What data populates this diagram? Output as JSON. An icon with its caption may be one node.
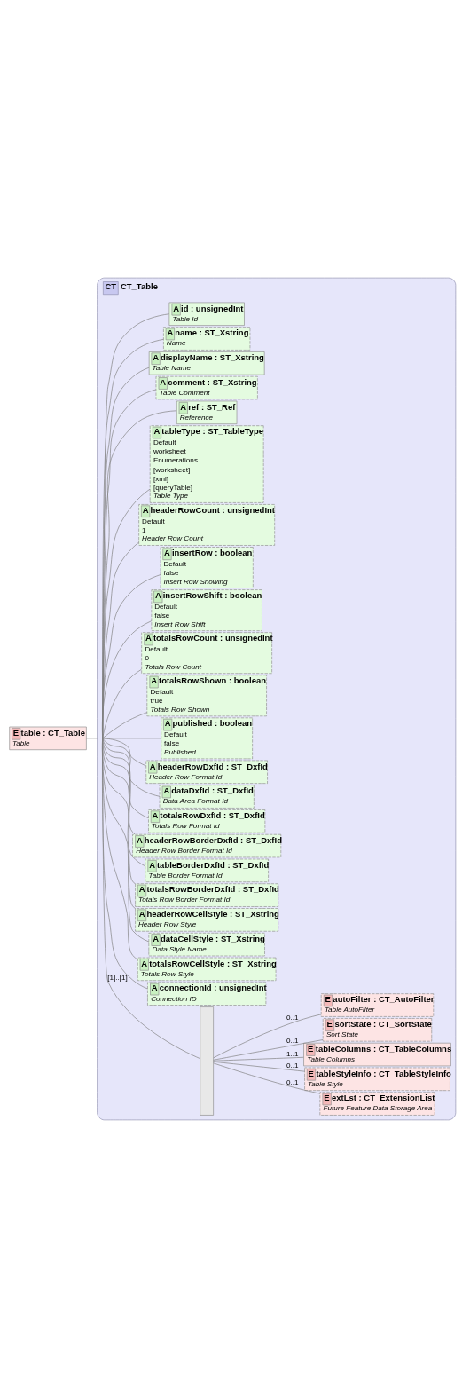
{
  "diagram": {
    "nodes": [
      {
        "text": [
          "E",
          "table : CT_Table",
          "Table"
        ]
      },
      {
        "text": [
          "CT",
          "CT_Table"
        ]
      },
      {
        "text": [
          "A",
          "id : unsignedInt",
          "Table Id"
        ],
        "in": 1
      },
      {
        "text": [
          "A",
          "name : ST_Xstring",
          "Name"
        ],
        "in": 1
      },
      {
        "text": [
          "A",
          "displayName : ST_Xstring",
          "Table Name"
        ],
        "in": 1
      },
      {
        "text": [
          "A",
          "comment : ST_Xstring",
          "Table Comment"
        ],
        "in": 1
      },
      {
        "text": [
          "A",
          "ref : ST_Ref",
          "Reference"
        ],
        "in": 1
      },
      {
        "text": [
          "A",
          "tableType : ST_TableType",
          "Default",
          "worksheet",
          "Enumerations",
          "[worksheet]",
          "[xml]",
          "[queryTable]",
          "Table Type"
        ],
        "in": 1
      },
      {
        "text": [
          "A",
          "headerRowCount : unsignedInt",
          "Default",
          "1",
          "Header Row Count"
        ],
        "in": 1
      },
      {
        "text": [
          "A",
          "insertRow : boolean",
          "Default",
          "false",
          "Insert Row Showing"
        ],
        "in": 1
      },
      {
        "text": [
          "A",
          "insertRowShift : boolean",
          "Default",
          "false",
          "Insert Row Shift"
        ],
        "in": 1
      },
      {
        "text": [
          "A",
          "totalsRowCount : unsignedInt",
          "Default",
          "0",
          "Totals Row Count"
        ],
        "in": 1
      },
      {
        "text": [
          "A",
          "totalsRowShown : boolean",
          "Default",
          "true",
          "Totals Row Shown"
        ],
        "in": 1
      },
      {
        "text": [
          "A",
          "published : boolean",
          "Default",
          "false",
          "Published"
        ],
        "in": 1
      },
      {
        "text": [
          "A",
          "headerRowDxfId : ST_DxfId",
          "Header Row Format Id"
        ],
        "in": 1
      },
      {
        "text": [
          "A",
          "dataDxfId : ST_DxfId",
          "Data Area Format Id"
        ],
        "in": 1
      },
      {
        "text": [
          "A",
          "totalsRowDxfId : ST_DxfId",
          "Totals Row Format Id"
        ],
        "in": 1
      },
      {
        "text": [
          "A",
          "headerRowBorderDxfId : ST_DxfId",
          "Header Row Border Format Id"
        ],
        "in": 1
      },
      {
        "text": [
          "A",
          "tableBorderDxfId : ST_DxfId",
          "Table Border Format Id"
        ],
        "in": 1
      },
      {
        "text": [
          "A",
          "totalsRowBorderDxfId : ST_DxfId",
          "Totals Row Border Format Id"
        ],
        "in": 1
      },
      {
        "text": [
          "A",
          "headerRowCellStyle : ST_Xstring",
          "Header Row Style"
        ],
        "in": 1
      },
      {
        "text": [
          "A",
          "dataCellStyle : ST_Xstring",
          "Data Style Name"
        ],
        "in": 1
      },
      {
        "text": [
          "A",
          "totalsRowCellStyle : ST_Xstring",
          "Totals Row Style"
        ],
        "in": 1
      },
      {
        "text": [
          "A",
          "connectionId : unsignedInt",
          "Connection ID"
        ],
        "in": 1
      },
      {
        "text": [],
        "shape": "bar",
        "in": 1
      },
      {
        "text": [
          "E",
          "autoFilter : CT_AutoFilter",
          "Table AutoFilter"
        ],
        "in": 1
      },
      {
        "text": [
          "E",
          "sortState : CT_SortState",
          "Sort State"
        ],
        "in": 1
      },
      {
        "text": [
          "E",
          "tableColumns : CT_TableColumns",
          "Table Columns"
        ],
        "in": 1
      },
      {
        "text": [
          "E",
          "tableStyleInfo : CT_TableStyleInfo",
          "Table Style"
        ],
        "in": 1
      },
      {
        "text": [
          "E",
          "extLst : CT_ExtensionList",
          "Future Feature Data Storage Area"
        ],
        "in": 1
      }
    ],
    "edges": [
      {
        "from": 0,
        "to": 1,
        "arrow": "none"
      },
      {
        "from": 1,
        "to": 2,
        "arrow": "none"
      },
      {
        "from": 1,
        "to": 3,
        "arrow": "none"
      },
      {
        "from": 1,
        "to": 4,
        "arrow": "none"
      },
      {
        "from": 1,
        "to": 5,
        "arrow": "none"
      },
      {
        "from": 1,
        "to": 6,
        "arrow": "none"
      },
      {
        "from": 1,
        "to": 7,
        "arrow": "none"
      },
      {
        "from": 1,
        "to": 8,
        "arrow": "none"
      },
      {
        "from": 1,
        "to": 9,
        "arrow": "none"
      },
      {
        "from": 1,
        "to": 10,
        "arrow": "none"
      },
      {
        "from": 1,
        "to": 11,
        "arrow": "none"
      },
      {
        "from": 1,
        "to": 12,
        "arrow": "none"
      },
      {
        "from": 1,
        "to": 13,
        "arrow": "none"
      },
      {
        "from": 1,
        "to": 14,
        "arrow": "none"
      },
      {
        "from": 1,
        "to": 15,
        "arrow": "none"
      },
      {
        "from": 1,
        "to": 16,
        "arrow": "none"
      },
      {
        "from": 1,
        "to": 17,
        "arrow": "none"
      },
      {
        "from": 1,
        "to": 18,
        "arrow": "none"
      },
      {
        "from": 1,
        "to": 19,
        "arrow": "none"
      },
      {
        "from": 1,
        "to": 20,
        "arrow": "none"
      },
      {
        "from": 1,
        "to": 21,
        "arrow": "none"
      },
      {
        "from": 1,
        "to": 22,
        "arrow": "none"
      },
      {
        "from": 1,
        "to": 23,
        "arrow": "none"
      },
      {
        "from": 1,
        "to": 24,
        "arrow": "none",
        "label": "[1]..[1]"
      },
      {
        "from": 24,
        "to": 25,
        "arrow": "none",
        "label": "0..1"
      },
      {
        "from": 24,
        "to": 26,
        "arrow": "none",
        "label": "0..1"
      },
      {
        "from": 24,
        "to": 27,
        "arrow": "none",
        "label": "1..1"
      },
      {
        "from": 24,
        "to": 28,
        "arrow": "none",
        "label": "0..1"
      },
      {
        "from": 24,
        "to": 29,
        "arrow": "none",
        "label": "0..1"
      }
    ]
  }
}
